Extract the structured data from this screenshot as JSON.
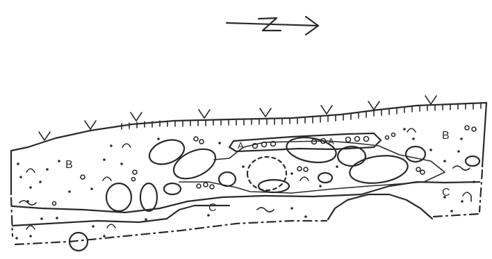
{
  "labels": {
    "north": "N",
    "b_left": "B",
    "b_right": "B",
    "c_mid": "C",
    "c_right": "C",
    "a_left": "A",
    "a_right": "A"
  }
}
